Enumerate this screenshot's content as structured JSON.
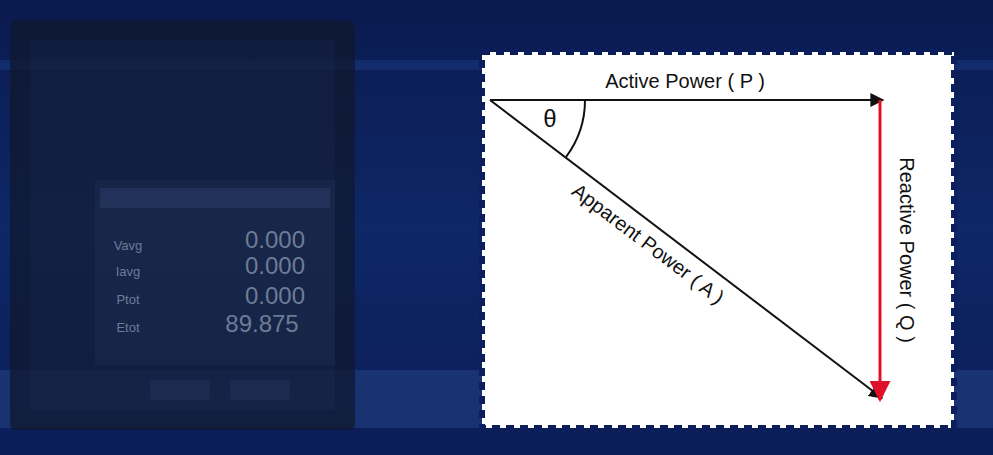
{
  "diagram": {
    "labels": [
      "Active Power ( P )",
      "θ",
      "Apparent Power ( A )",
      "Reactive Power ( Q )",
      "Vavg",
      "0.000",
      "Iavg",
      "0.000",
      "Ptot",
      "0.000",
      "Etot",
      "89.875"
    ]
  }
}
